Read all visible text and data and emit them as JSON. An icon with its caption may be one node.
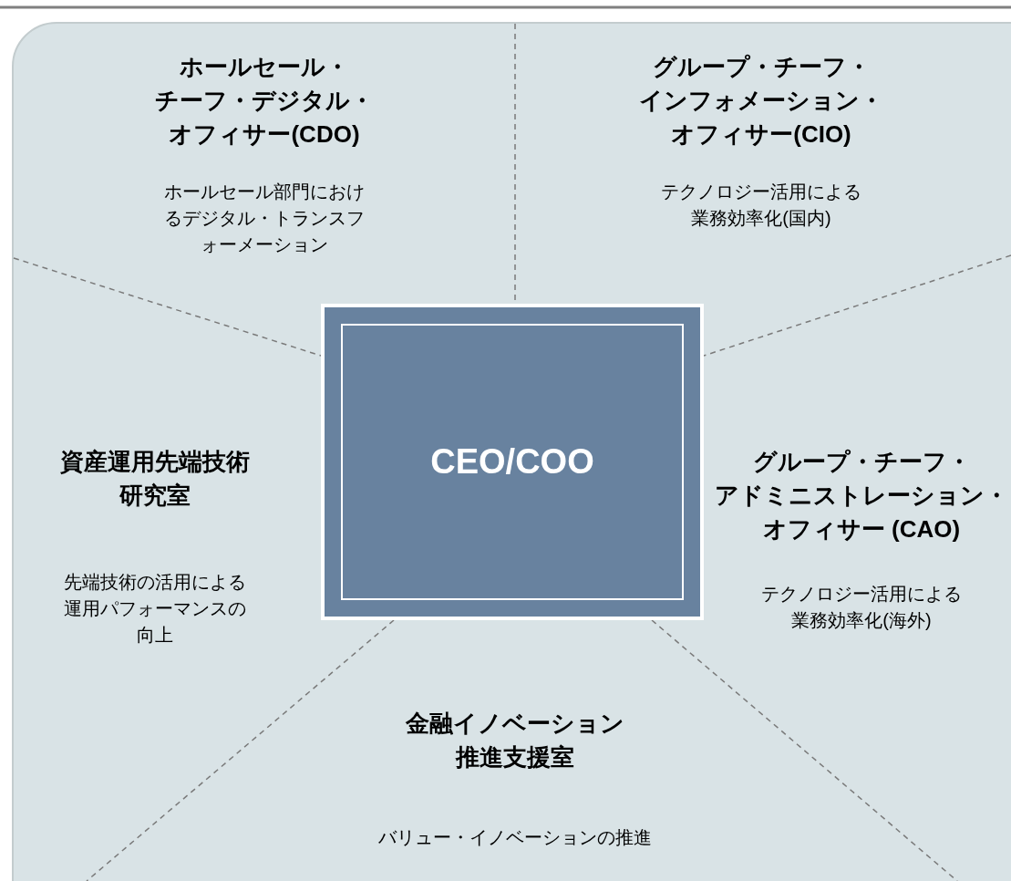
{
  "diagram": {
    "nodes": [
      {
        "text": [
          "ホールセール・チーフ・デジタル・オフィサー(CDO)",
          "ホールセール部門におけるデジタル・トランスフォーメーション"
        ]
      },
      {
        "text": [
          "グループ・チーフ・インフォメーション・オフィサー(CIO)",
          "テクノロジー活用による業務効率化(国内)"
        ]
      },
      {
        "text": [
          "CEO/COO"
        ]
      },
      {
        "text": [
          "資産運用先端技術研究室",
          "先端技術の活用による運用パフォーマンスの向上"
        ]
      },
      {
        "text": [
          "グループ・チーフ・アドミニストレーション・オフィサー (CAO)",
          "テクノロジー活用による業務効率化(海外)"
        ]
      },
      {
        "text": [
          "金融イノベーション推進支援室",
          "バリュー・イノベーションの推進"
        ]
      }
    ]
  }
}
